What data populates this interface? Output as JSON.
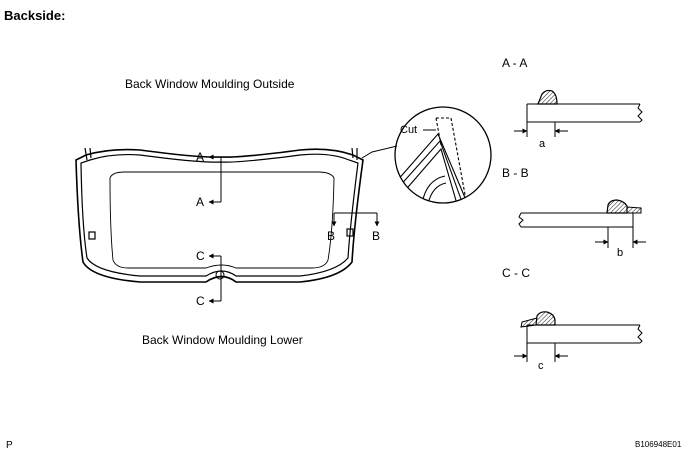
{
  "heading": "Backside:",
  "captions": {
    "outside": "Back Window Moulding Outside",
    "lower": "Back Window Moulding Lower"
  },
  "detail": {
    "cut": "Cut"
  },
  "section_marks": {
    "a": "A",
    "b": "B",
    "c": "C"
  },
  "sections": {
    "aa": {
      "title": "A - A",
      "dim": "a"
    },
    "bb": {
      "title": "B - B",
      "dim": "b"
    },
    "cc": {
      "title": "C - C",
      "dim": "c"
    }
  },
  "footer": {
    "left": "P",
    "code": "B106948E01"
  }
}
